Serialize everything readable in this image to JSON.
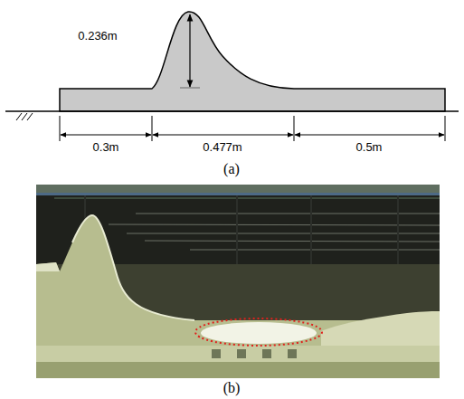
{
  "diagram": {
    "labels": [
      "0.236m",
      "0.3m",
      "0.477m",
      "0.5m",
      "(a)",
      "(b)"
    ]
  }
}
